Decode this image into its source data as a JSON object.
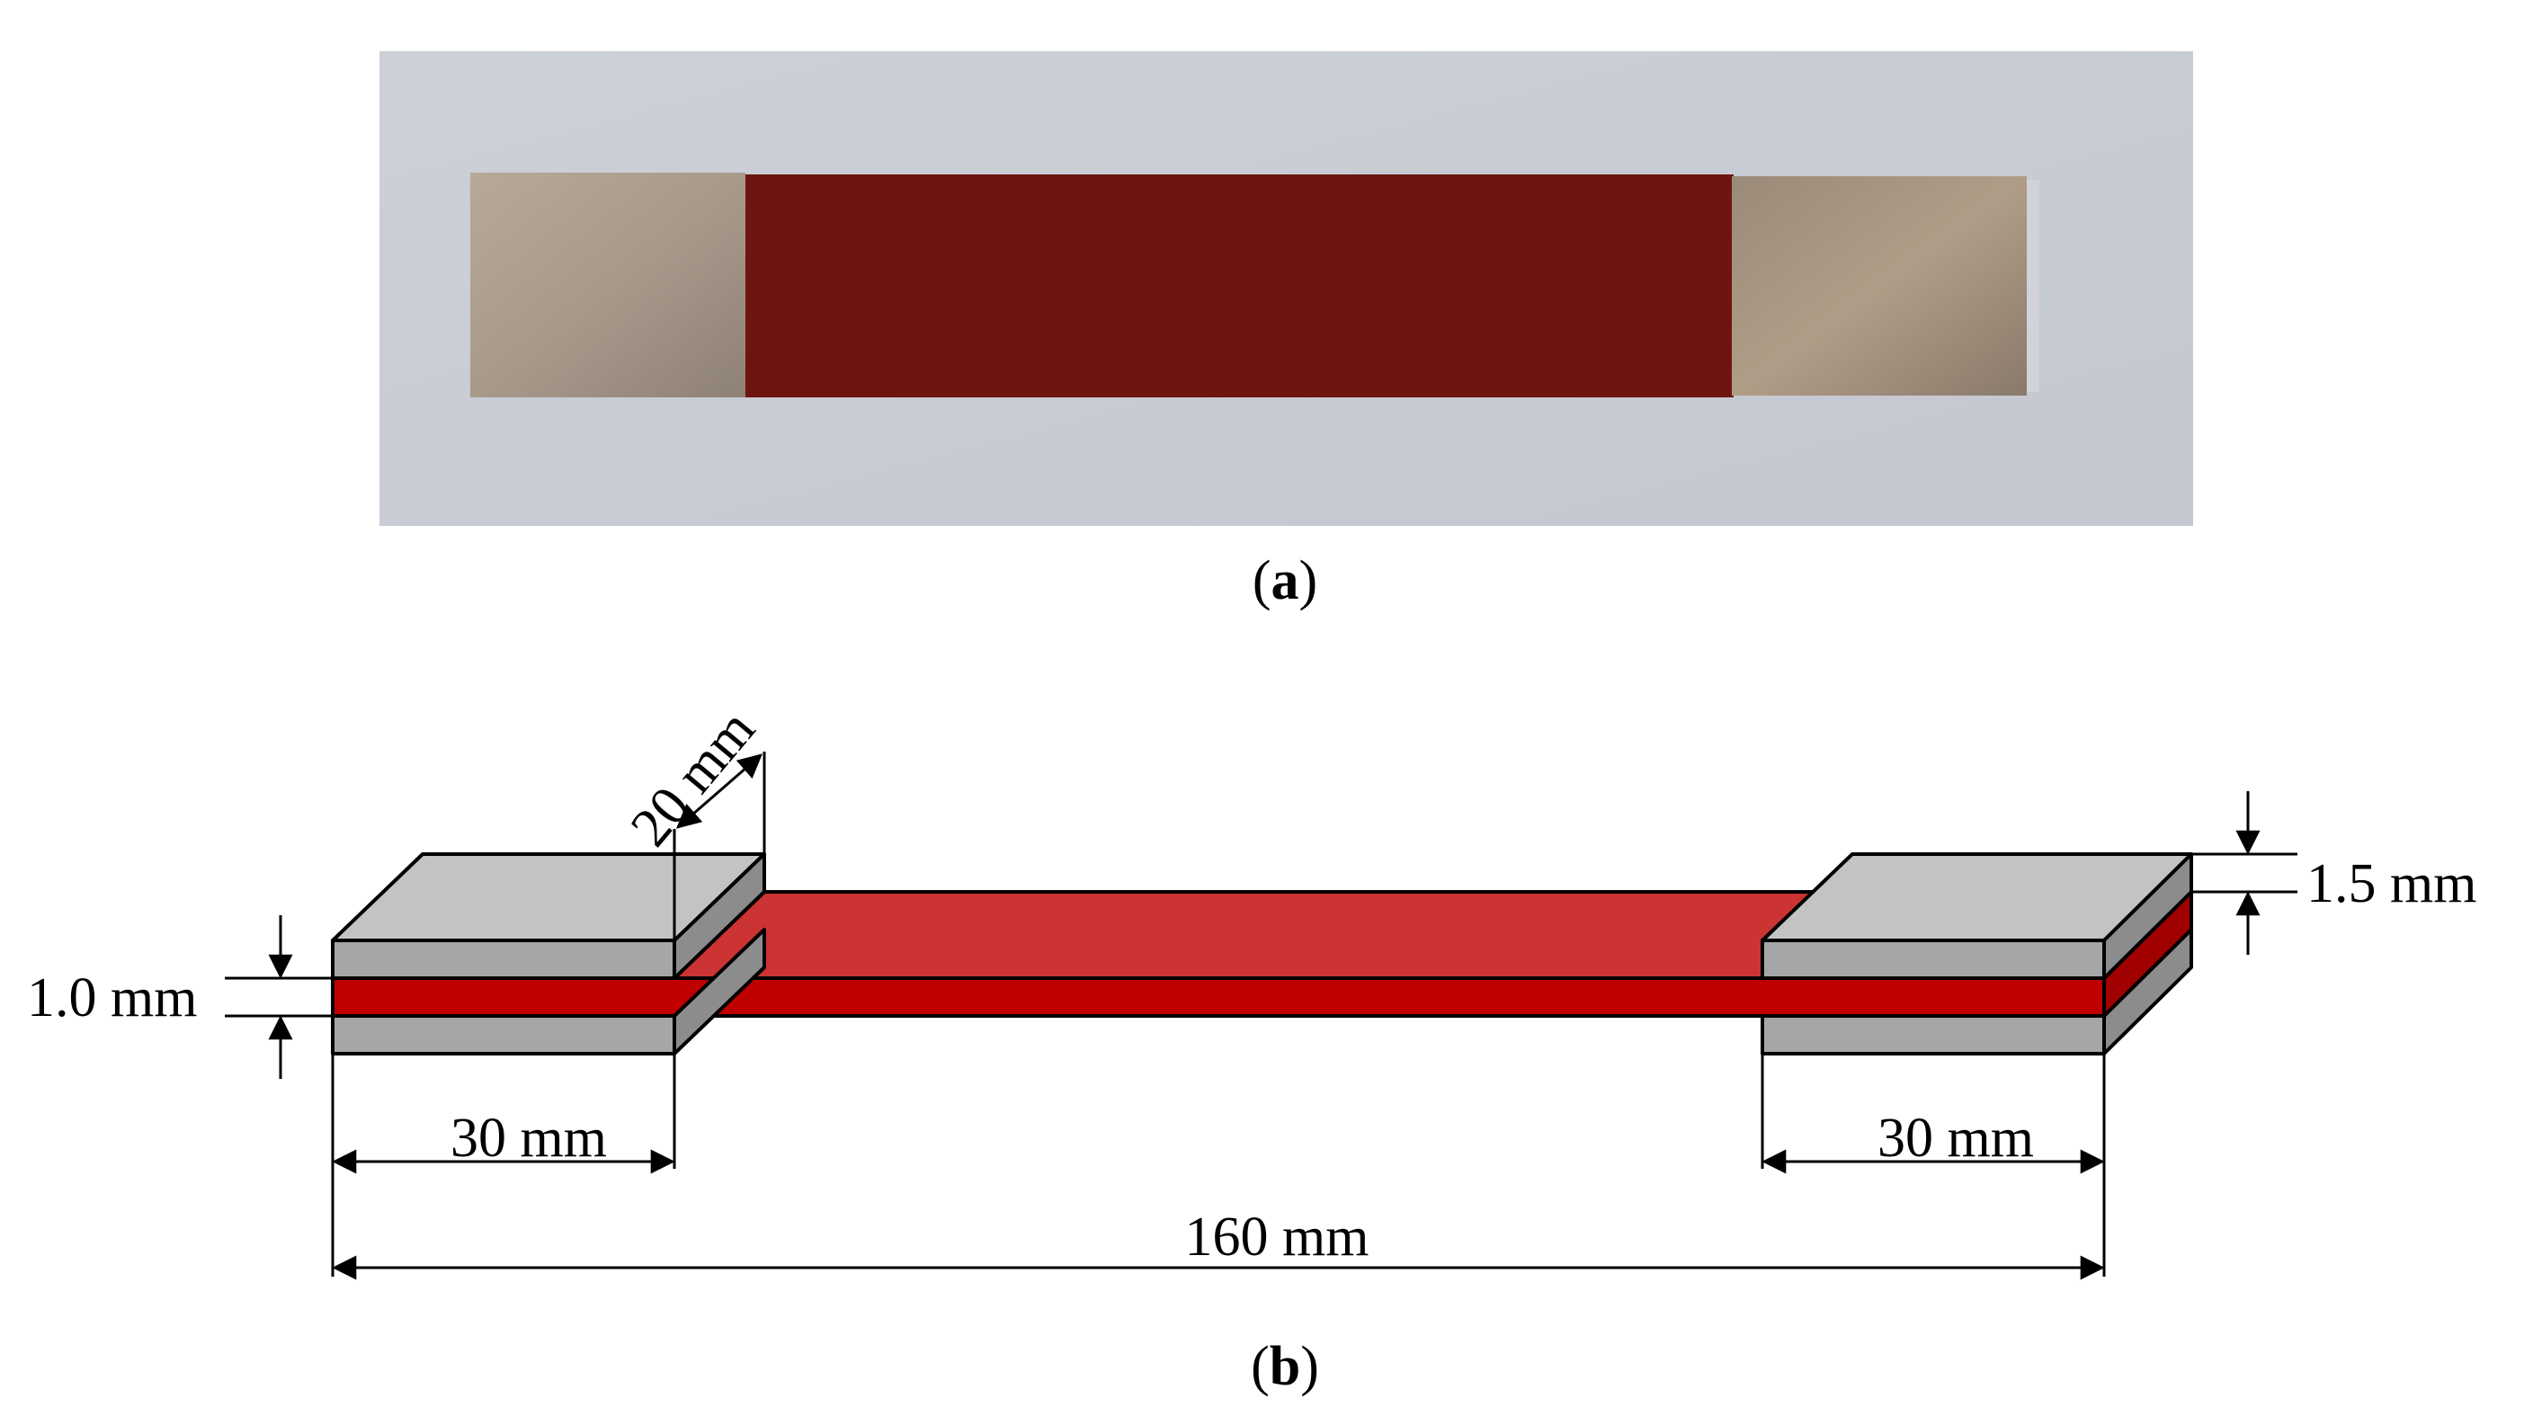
{
  "panel_a": {
    "caption_letter": "a",
    "colors": {
      "background": "#cfd1d8",
      "tab": "#a89a8b",
      "coating": "#6e1512"
    }
  },
  "panel_b": {
    "caption_letter": "b",
    "dimensions": {
      "width": "20 mm",
      "tab_thickness": "1.5 mm",
      "specimen_thickness": "1.0 mm",
      "left_tab_length": "30 mm",
      "right_tab_length": "30 mm",
      "total_length": "160 mm"
    },
    "colors": {
      "tab_top": "#c3c3c3",
      "tab_front": "#a6a6a6",
      "tab_side": "#8c8c8c",
      "specimen_top": "#cc3333",
      "specimen_front": "#c00000",
      "specimen_side": "#a00000"
    }
  }
}
